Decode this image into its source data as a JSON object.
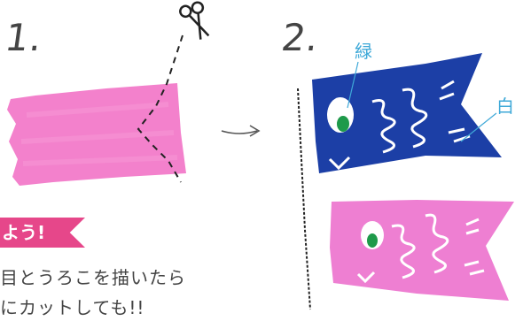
{
  "steps": {
    "step1": "1.",
    "step2": "2."
  },
  "labels": {
    "green": "緑",
    "white": "白"
  },
  "banner": {
    "text": "よう!"
  },
  "body": {
    "line1": "目とうろこを描いたら",
    "line2": "にカットしても!!"
  },
  "icons": {
    "scissors": "scissors-icon",
    "arrow": "arrow-icon"
  },
  "colors": {
    "pink_tape": "#f27ac9",
    "blue_fish": "#1c3fa6",
    "pink_fish": "#ee7fd2",
    "accent_banner": "#e6478a",
    "label": "#3fa9d8",
    "eye_green": "#1e9a4a"
  }
}
